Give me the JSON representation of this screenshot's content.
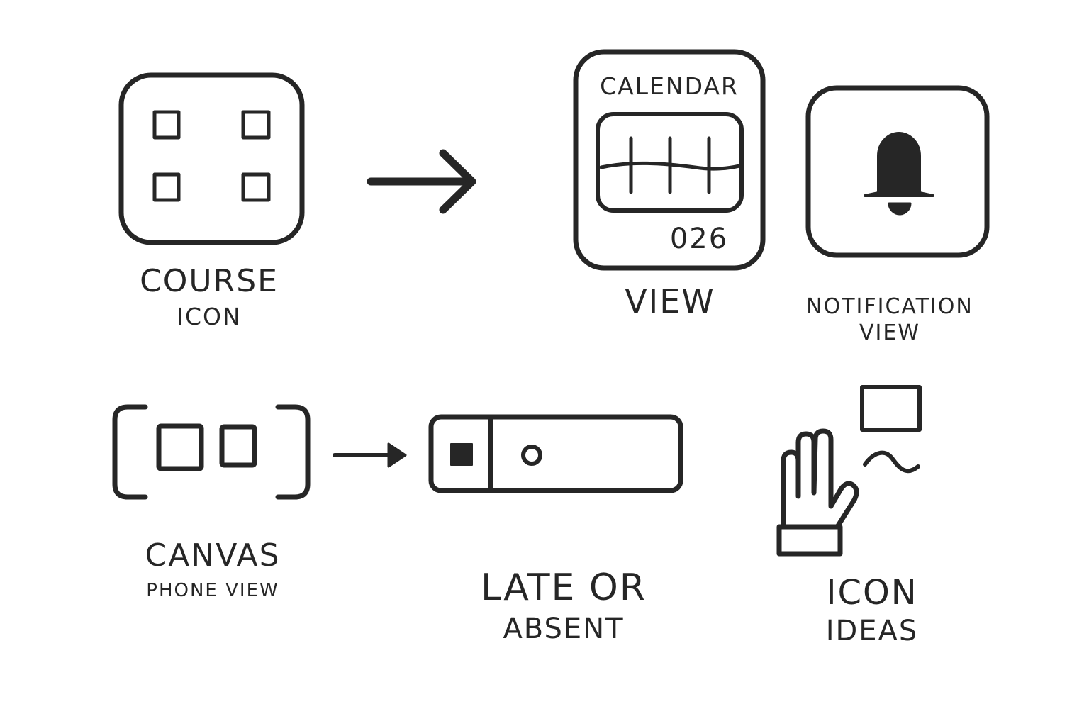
{
  "colors": {
    "ink": "#262626",
    "background": "#ffffff"
  },
  "course": {
    "line1": "COURSE",
    "line2": "ICON",
    "icon": "grid-four-squares-icon"
  },
  "calendar": {
    "header": "CALENDAR",
    "number": "026",
    "label": "VIEW",
    "icon": "calendar-card-icon"
  },
  "notification": {
    "line1": "NOTIFICATION",
    "line2": "VIEW",
    "icon": "bell-icon"
  },
  "canvas": {
    "line1": "CANVAS",
    "line2": "PHONE VIEW",
    "icon": "bracketed-squares-icon"
  },
  "late": {
    "line1": "LATE OR",
    "line2": "ABSENT",
    "icon": "toggle-bar-icon"
  },
  "ideas": {
    "line1": "ICON",
    "line2": "IDEAS",
    "icon": "raised-hand-icon"
  }
}
